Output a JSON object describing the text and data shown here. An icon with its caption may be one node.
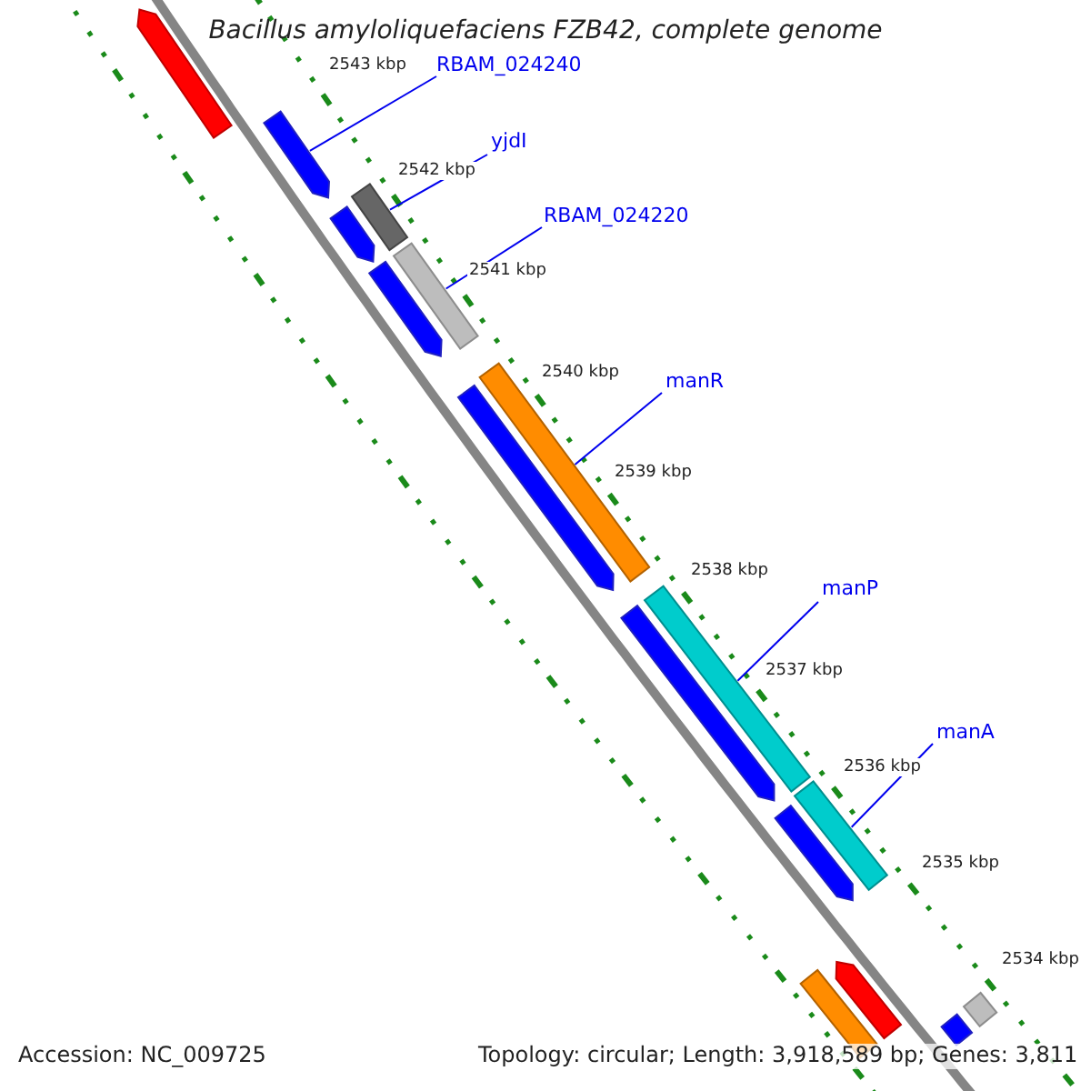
{
  "diagram": {
    "title": "Bacillus amyloliquefaciens FZB42, complete genome",
    "nodes": [
      {
        "text": [
          "RBAM_024240"
        ]
      },
      {
        "text": [
          "yjdI"
        ]
      },
      {
        "text": [
          "RBAM_024220"
        ]
      },
      {
        "text": [
          "manR"
        ]
      },
      {
        "text": [
          "manP"
        ]
      },
      {
        "text": [
          "manA"
        ]
      },
      {
        "text": [],
        "shape": "arrow"
      },
      {
        "text": [],
        "shape": "bar"
      },
      {
        "text": [],
        "shape": "bar"
      },
      {
        "text": [],
        "shape": "bar"
      },
      {
        "text": [],
        "shape": "bar"
      },
      {
        "text": [],
        "shape": "bar"
      },
      {
        "text": [],
        "shape": "arrow"
      },
      {
        "text": [],
        "shape": "arrow"
      },
      {
        "text": [],
        "shape": "arrow"
      },
      {
        "text": [],
        "shape": "arrow"
      },
      {
        "text": [],
        "shape": "arrow"
      },
      {
        "text": [],
        "shape": "arrow"
      },
      {
        "text": [],
        "shape": "arrow"
      },
      {
        "text": [],
        "shape": "bar"
      },
      {
        "text": [],
        "shape": "bar"
      },
      {
        "text": [],
        "shape": "bar"
      }
    ],
    "edges": [
      {
        "from": 0,
        "to": 6,
        "arrow": "none"
      },
      {
        "from": 1,
        "to": 7,
        "arrow": "none"
      },
      {
        "from": 2,
        "to": 8,
        "arrow": "none"
      },
      {
        "from": 3,
        "to": 9,
        "arrow": "none"
      },
      {
        "from": 4,
        "to": 10,
        "arrow": "none"
      },
      {
        "from": 5,
        "to": 11,
        "arrow": "none"
      }
    ],
    "labels": [
      "2543 kbp",
      "2542 kbp",
      "2541 kbp",
      "2540 kbp",
      "2539 kbp",
      "2538 kbp",
      "2537 kbp",
      "2536 kbp",
      "2535 kbp",
      "2534 kbp",
      "Accession: NC_009725",
      "Topology: circular; Length: 3,918,589 bp; Genes: 3,811"
    ]
  }
}
